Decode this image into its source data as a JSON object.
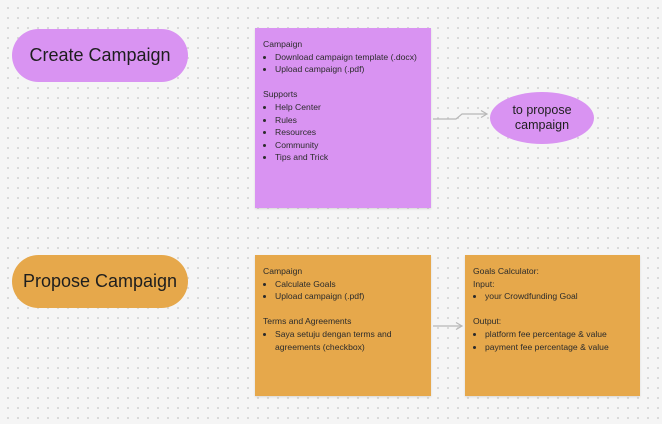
{
  "pills": {
    "create": "Create Campaign",
    "propose": "Propose Campaign"
  },
  "campaign_note": {
    "campaign_heading": "Campaign",
    "campaign_items": [
      "Download campaign template (.docx)",
      "Upload campaign (.pdf)"
    ],
    "supports_heading": "Supports",
    "supports_items": [
      "Help Center",
      "Rules",
      "Resources",
      "Community",
      "Tips and Trick"
    ]
  },
  "target_ellipse": {
    "line1": "to propose",
    "line2": "campaign"
  },
  "propose_note": {
    "campaign_heading": "Campaign",
    "campaign_items": [
      "Calculate Goals",
      "Upload campaign (.pdf)"
    ],
    "terms_heading": "Terms and Agreements",
    "terms_items": [
      "Saya setuju dengan terms and agreements (checkbox)"
    ]
  },
  "goals_note": {
    "title": "Goals Calculator:",
    "input_heading": "Input:",
    "input_items": [
      "your Crowdfunding Goal"
    ],
    "output_heading": "Output:",
    "output_items": [
      "platform fee percentage & value",
      "payment fee percentage & value"
    ]
  },
  "colors": {
    "purple": "#d993f2",
    "orange": "#e6a84b",
    "connector": "#b8b8b8"
  }
}
